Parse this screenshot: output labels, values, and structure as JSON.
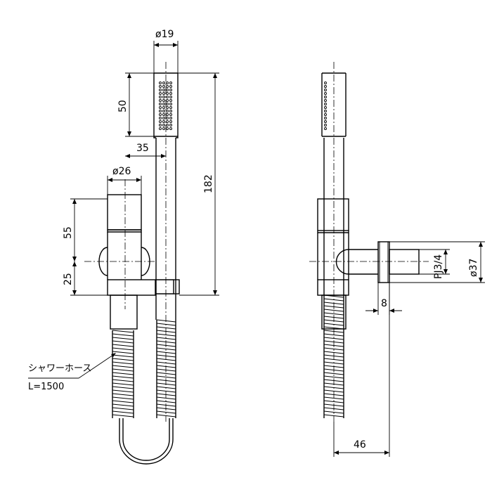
{
  "dimensions": {
    "head_diameter": "ø19",
    "head_length": "50",
    "total_height": "182",
    "offset": "35",
    "holder_diameter": "ø26",
    "holder_height": "55",
    "holder_lower": "25",
    "thread": "PJ3/4",
    "flange_diameter": "ø37",
    "flange_thickness": "8",
    "projection": "46"
  },
  "hose": {
    "name": "シャワーホース",
    "length": "L=1500"
  }
}
